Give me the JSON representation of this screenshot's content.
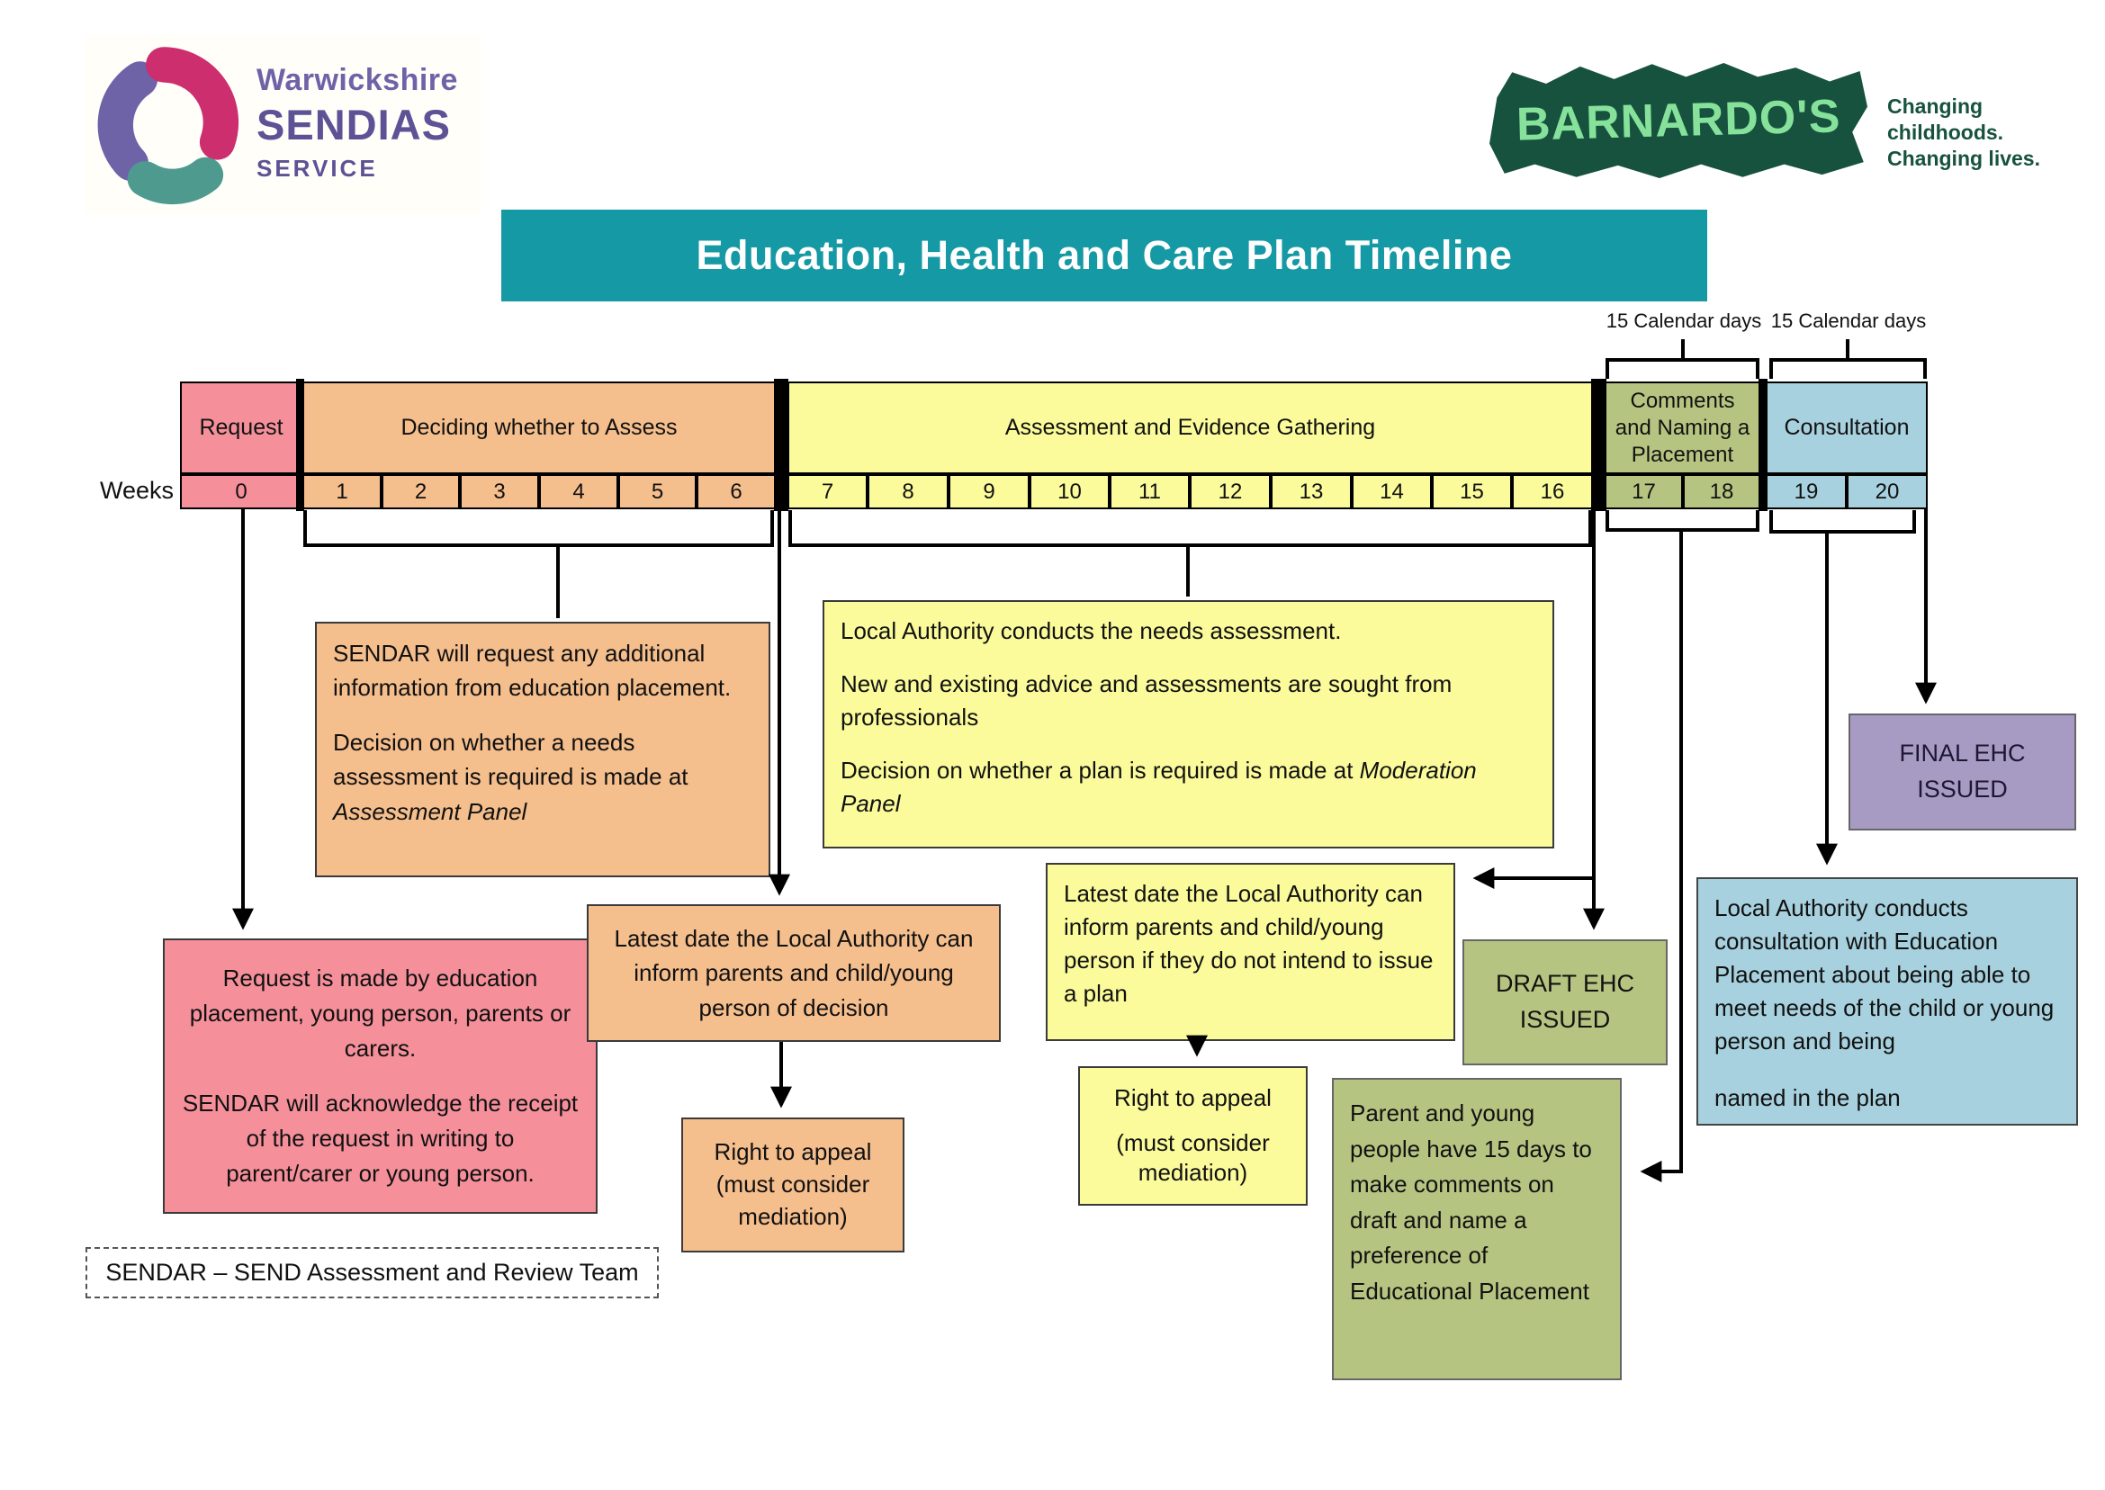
{
  "header": {
    "sendias_logo": {
      "line1": "Warwickshire",
      "line2": "SENDIAS",
      "line3": "SERVICE"
    },
    "barnardos_logo": {
      "name": "BARNARDO'S",
      "tagline1": "Changing childhoods.",
      "tagline2": "Changing lives."
    },
    "title": "Education, Health and Care Plan Timeline"
  },
  "timeline": {
    "weeks_label": "Weeks",
    "calendar_days_label_1": "15 Calendar days",
    "calendar_days_label_2": "15 Calendar days",
    "phases": [
      {
        "label": "Request",
        "weeks": [
          "0"
        ],
        "color": "#F5909B"
      },
      {
        "label": "Deciding whether to Assess",
        "weeks": [
          "1",
          "2",
          "3",
          "4",
          "5",
          "6"
        ],
        "color": "#F5BE8D"
      },
      {
        "label": "Assessment and Evidence Gathering",
        "weeks": [
          "7",
          "8",
          "9",
          "10",
          "11",
          "12",
          "13",
          "14",
          "15",
          "16"
        ],
        "color": "#FBFB9B"
      },
      {
        "label": "Comments and Naming a Placement",
        "weeks": [
          "17",
          "18"
        ],
        "color": "#B5C581"
      },
      {
        "label": "Consultation",
        "weeks": [
          "19",
          "20"
        ],
        "color": "#A7D1DE"
      }
    ]
  },
  "boxes": {
    "sendar_info": {
      "p1": "SENDAR will request any additional information from education placement.",
      "p2": "Decision on whether a needs assessment is required is made at ",
      "p2_italic": "Assessment Panel"
    },
    "la_assessment": {
      "p1": "Local Authority conducts the needs assessment.",
      "p2": "New and existing advice and assessments are sought from professionals",
      "p3": "Decision on whether a plan is required is made at ",
      "p3_italic": "Moderation Panel"
    },
    "request_info": {
      "p1": "Request is made by education placement, young person, parents or carers.",
      "p2": "SENDAR will acknowledge the receipt of the request in writing to parent/carer or young person."
    },
    "legend": {
      "text": "SENDAR – SEND Assessment and Review Team"
    },
    "latest_decision": {
      "text": "Latest date the Local Authority can inform parents and child/young person of decision"
    },
    "appeal_orange": {
      "text": "Right to appeal (must consider mediation)"
    },
    "latest_no_plan": {
      "text": "Latest date the Local Authority can inform parents and child/young person if they do not intend to issue a plan"
    },
    "appeal_yellow": {
      "line1": "Right to appeal",
      "line2": "(must consider mediation)"
    },
    "draft_ehc": {
      "text": "DRAFT EHC ISSUED"
    },
    "parent_comments": {
      "text": "Parent and young people have 15 days to make comments on draft and name a preference of Educational Placement"
    },
    "final_ehc": {
      "text": "FINAL EHC ISSUED"
    },
    "la_consultation": {
      "p1": "Local Authority conducts consultation with Education Placement about being able to meet needs of the child or young person and being",
      "p2": "named in the plan"
    }
  },
  "colors": {
    "title_teal": "#1599A4",
    "phase_pink": "#F5909B",
    "phase_orange": "#F5BE8D",
    "phase_yellow": "#FBFB9B",
    "phase_green": "#B5C581",
    "phase_blue": "#A7D1DE",
    "final_purple": "#A79BC3",
    "logo_purple": "#5D5295",
    "logo_pink": "#CC2E6E",
    "logo_teal": "#4E9A8E",
    "barnardos_dark_green": "#17523F",
    "barnardos_light_green": "#86E29B"
  }
}
